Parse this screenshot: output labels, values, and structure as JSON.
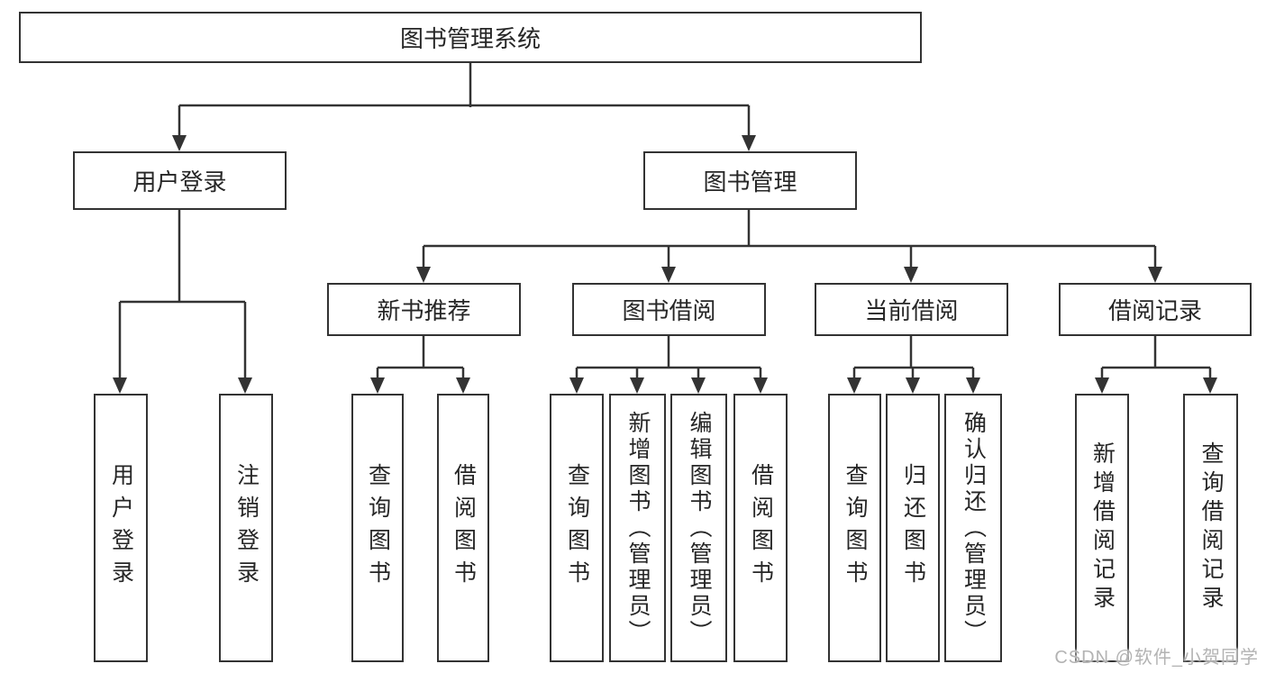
{
  "diagram": {
    "root": {
      "label": "图书管理系统"
    },
    "branches": [
      {
        "label": "用户登录",
        "children": [
          {
            "label": "用户登录"
          },
          {
            "label": "注销登录"
          }
        ]
      },
      {
        "label": "图书管理",
        "children": [
          {
            "label": "新书推荐",
            "children": [
              {
                "label": "查询图书"
              },
              {
                "label": "借阅图书"
              }
            ]
          },
          {
            "label": "图书借阅",
            "children": [
              {
                "label": "查询图书"
              },
              {
                "label": "新增图书（管理员）"
              },
              {
                "label": "编辑图书（管理员）"
              },
              {
                "label": "借阅图书"
              }
            ]
          },
          {
            "label": "当前借阅",
            "children": [
              {
                "label": "查询图书"
              },
              {
                "label": "归还图书"
              },
              {
                "label": "确认归还（管理员）"
              }
            ]
          },
          {
            "label": "借阅记录",
            "children": [
              {
                "label": "新增借阅记录"
              },
              {
                "label": "查询借阅记录"
              }
            ]
          }
        ]
      }
    ]
  },
  "watermark": {
    "text": "CSDN @软件_小贺同学"
  },
  "colors": {
    "line": "#333333",
    "text": "#262626",
    "background": "#ffffff",
    "watermark": "#b3b3b3"
  }
}
